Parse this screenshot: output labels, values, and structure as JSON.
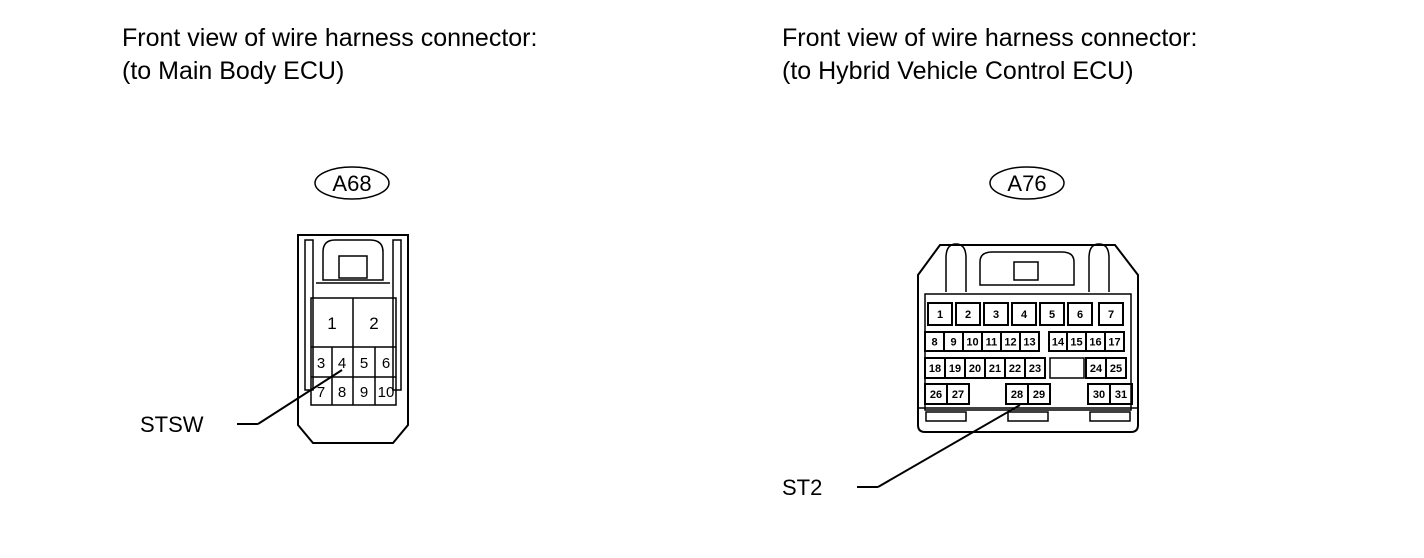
{
  "connectors": [
    {
      "heading_line1": "Front view of wire harness connector:",
      "heading_line2": "(to Main Body ECU)",
      "tag": "A68",
      "pins": [
        "1",
        "2",
        "3",
        "4",
        "5",
        "6",
        "7",
        "8",
        "9",
        "10"
      ],
      "callout_label": "STSW",
      "callout_pin": "4"
    },
    {
      "heading_line1": "Front view of wire harness connector:",
      "heading_line2": "(to Hybrid Vehicle Control ECU)",
      "tag": "A76",
      "pins": [
        "1",
        "2",
        "3",
        "4",
        "5",
        "6",
        "7",
        "8",
        "9",
        "10",
        "11",
        "12",
        "13",
        "14",
        "15",
        "16",
        "17",
        "18",
        "19",
        "20",
        "21",
        "22",
        "23",
        "24",
        "25",
        "26",
        "27",
        "28",
        "29",
        "30",
        "31"
      ],
      "callout_label": "ST2",
      "callout_pin": "28"
    }
  ]
}
